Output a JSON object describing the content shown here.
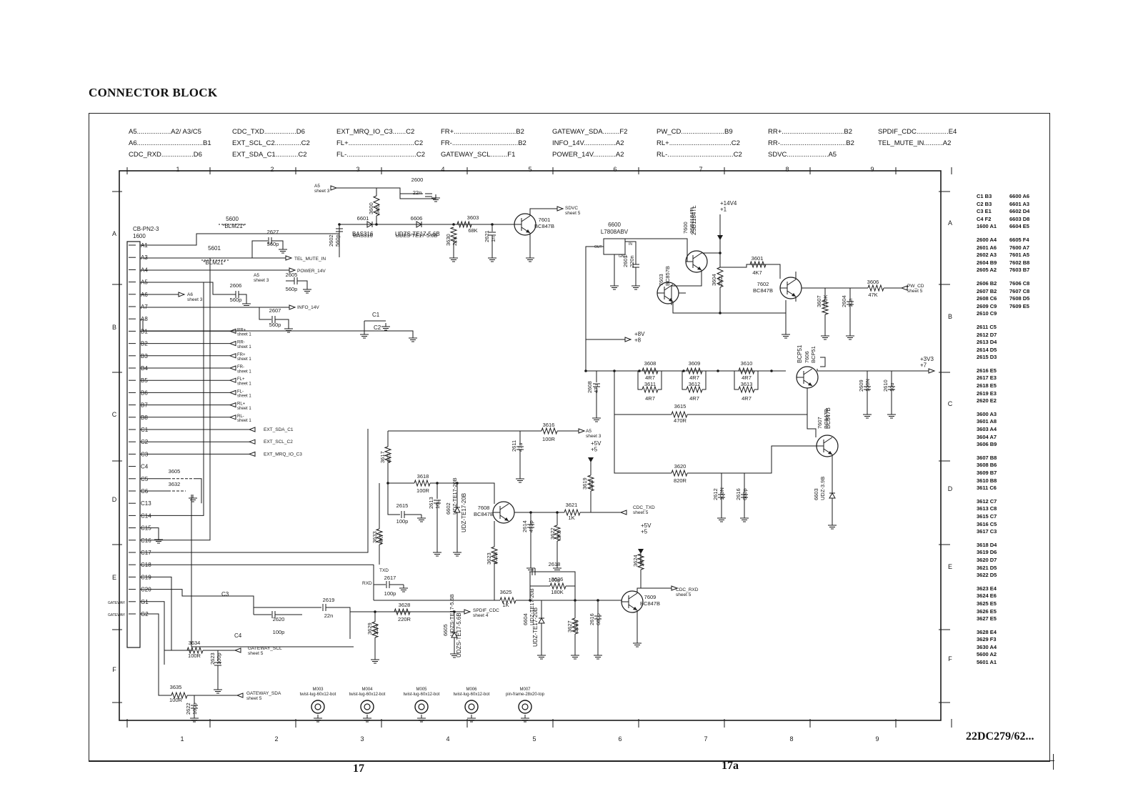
{
  "title": "CONNECTOR BLOCK",
  "signal_index": [
    [
      "A5..................A2/ A3/C5",
      "A6...................................B1",
      "CDC_RXD.................D6"
    ],
    [
      "CDC_TXD.................D6",
      "EXT_SCL_C2..............C2",
      "EXT_SDA_C1............C2"
    ],
    [
      "EXT_MRQ_IO_C3.......C2",
      "FL+...................................C2",
      "FL-.....................................C2"
    ],
    [
      "FR+.................................B2",
      "FR-...................................B2",
      "GATEWAY_SCL.........F1"
    ],
    [
      "GATEWAY_SDA.........F2",
      "INFO_14V.................A2",
      "POWER_14V............A2"
    ],
    [
      "PW_CD.......................B9",
      "RL+.................................C2",
      "RL-...................................C2"
    ],
    [
      "RR+.................................B2",
      "RR-...................................B2",
      "SDVC......................A5"
    ],
    [
      "SPDIF_CDC.................E4",
      "TEL_MUTE_IN..........A2",
      ""
    ]
  ],
  "columns": [
    "1",
    "2",
    "3",
    "4",
    "5",
    "6",
    "7",
    "8",
    "9"
  ],
  "rows": [
    "A",
    "B",
    "C",
    "D",
    "E",
    "F"
  ],
  "connector": {
    "name": "CB-PN2-3",
    "ref": "1600",
    "pins": [
      "A1",
      "A3",
      "A4",
      "A5",
      "A6",
      "A7",
      "A8",
      "B1",
      "B2",
      "B3",
      "B4",
      "B5",
      "B6",
      "B7",
      "B8",
      "C1",
      "C2",
      "C3",
      "C4",
      "C5",
      "C6",
      "C13",
      "C14",
      "C15",
      "C16",
      "C17",
      "C18",
      "C19",
      "C20",
      "G1",
      "G2"
    ]
  },
  "net_labels": {
    "a5_sheet3": "A5\nsheet 3",
    "a6_sheet3": "A6\nsheet 3",
    "sdvc": "SDVC\nsheet 5",
    "tel_mute": "TEL_MUTE_IN",
    "power14": "POWER_14V",
    "info14": "INFO_14V",
    "rr_plus": "RR+\nsheet 1",
    "rr_minus": "RR-\nsheet 1",
    "fr_plus": "FR+\nsheet 1",
    "fr_minus": "FR-\nsheet 1",
    "fl_plus": "FL+\nsheet 1",
    "fl_minus": "FL-\nsheet 1",
    "rl_plus": "RL+\nsheet 1",
    "rl_minus": "RL-\nsheet 1",
    "ext_sda": "EXT_SDA_C1",
    "ext_scl": "EXT_SCL_C2",
    "ext_mrq": "EXT_MRQ_IO_C3",
    "cdc_txd": "CDC_TXD\nsheet 5",
    "cdc_rxd": "CDC_RXD\nsheet 5",
    "spdif": "SPDIF_CDC\nsheet 4",
    "gw_scl": "GATEWAY_SCL\nsheet 5",
    "gw_sda": "GATEWAY_SDA\nsheet 5",
    "pw_cd": "PW_CD\nsheet 5",
    "plus14v4": "+14V4\n+1",
    "plus8v": "+8V\n+8",
    "plus3v3": "+3V3\n+7",
    "plus5v_a": "+5V\n+5",
    "plus5v_b": "+5V\n+5",
    "txd": "TXD",
    "rxd": "RXD",
    "c1": "C1",
    "c2": "C2",
    "c3": "C3",
    "c4": "C4",
    "gateway": "GATEWAY"
  },
  "components": [
    {
      "ref": "5600",
      "value": "BLM21"
    },
    {
      "ref": "5601",
      "value": "BLM21"
    },
    {
      "ref": "2627",
      "value": "560p"
    },
    {
      "ref": "2605",
      "value": "560p"
    },
    {
      "ref": "2606",
      "value": "560p"
    },
    {
      "ref": "2607",
      "value": "560p"
    },
    {
      "ref": "2600",
      "value": "22n"
    },
    {
      "ref": "3600",
      "value": "5K6"
    },
    {
      "ref": "2602",
      "value": "560p"
    },
    {
      "ref": "6601",
      "value": "BAS316"
    },
    {
      "ref": "6606",
      "value": "UDZS-TE17-5.6B"
    },
    {
      "ref": "3603",
      "value": "68K"
    },
    {
      "ref": "3630",
      "value": "22K"
    },
    {
      "ref": "2621",
      "value": "1n"
    },
    {
      "ref": "7601",
      "value": "BC847B"
    },
    {
      "ref": "6600",
      "value": "L7808ABV"
    },
    {
      "ref": "2601",
      "value": "220n"
    },
    {
      "ref": "7600",
      "value": "2SB1184TL"
    },
    {
      "ref": "7603",
      "value": "BC857B"
    },
    {
      "ref": "3604",
      "value": "2K2"
    },
    {
      "ref": "3601",
      "value": "4K7"
    },
    {
      "ref": "7602",
      "value": "BC847B"
    },
    {
      "ref": "3606",
      "value": "47K"
    },
    {
      "ref": "3607",
      "value": "100K"
    },
    {
      "ref": "2604",
      "value": "10n"
    },
    {
      "ref": "2608",
      "value": "47u"
    },
    {
      "ref": "3608",
      "value": "4R7"
    },
    {
      "ref": "3609",
      "value": "4R7"
    },
    {
      "ref": "3610",
      "value": "4R7"
    },
    {
      "ref": "3611",
      "value": "4R7"
    },
    {
      "ref": "3612",
      "value": "4R7"
    },
    {
      "ref": "3613",
      "value": "4R7"
    },
    {
      "ref": "7606",
      "value": "BCP51"
    },
    {
      "ref": "2609",
      "value": "100N"
    },
    {
      "ref": "2610",
      "value": "10u"
    },
    {
      "ref": "3615",
      "value": "470R"
    },
    {
      "ref": "7607",
      "value": "BC847B"
    },
    {
      "ref": "3620",
      "value": "820R"
    },
    {
      "ref": "2612",
      "value": "100N"
    },
    {
      "ref": "2616",
      "value": "680p"
    },
    {
      "ref": "6603",
      "value": "UDZ-3.9B"
    },
    {
      "ref": "3616",
      "value": "100R"
    },
    {
      "ref": "2611",
      "value": "47u"
    },
    {
      "ref": "3617",
      "value": "4K7"
    },
    {
      "ref": "3618",
      "value": "100R"
    },
    {
      "ref": "2613",
      "value": "10u"
    },
    {
      "ref": "6602",
      "value": "UDZ-TE17-20B"
    },
    {
      "ref": "7608",
      "value": "BC847B"
    },
    {
      "ref": "2615",
      "value": "100p"
    },
    {
      "ref": "3633",
      "value": "4K7"
    },
    {
      "ref": "3619",
      "value": "3K3"
    },
    {
      "ref": "3621",
      "value": "1K"
    },
    {
      "ref": "2614",
      "value": "470p"
    },
    {
      "ref": "3622",
      "value": "3K9"
    },
    {
      "ref": "3623",
      "value": "100R"
    },
    {
      "ref": "2618",
      "value": "100p"
    },
    {
      "ref": "2617",
      "value": "100p"
    },
    {
      "ref": "3625",
      "value": "1K"
    },
    {
      "ref": "3626",
      "value": "180K"
    },
    {
      "ref": "6604",
      "value": "UDZ-TE17-20B"
    },
    {
      "ref": "3627",
      "value": "100K"
    },
    {
      "ref": "2616",
      "value": "100p"
    },
    {
      "ref": "7609",
      "value": "BC847B"
    },
    {
      "ref": "3624",
      "value": "1K"
    },
    {
      "ref": "3605",
      "value": ""
    },
    {
      "ref": "3632",
      "value": ""
    },
    {
      "ref": "2619",
      "value": "22n"
    },
    {
      "ref": "2620",
      "value": "100p"
    },
    {
      "ref": "3628",
      "value": "220R"
    },
    {
      "ref": "3629",
      "value": "22R"
    },
    {
      "ref": "6605",
      "value": "UDZS-TE17-5.6B"
    },
    {
      "ref": "3634",
      "value": "100R"
    },
    {
      "ref": "2623",
      "value": "100p"
    },
    {
      "ref": "3635",
      "value": "100R"
    },
    {
      "ref": "2622",
      "value": "100p"
    }
  ],
  "mounting": [
    {
      "ref": "M003",
      "value": "twist-lug-60x12-bot"
    },
    {
      "ref": "M004",
      "value": "twist-lug-60x12-bot"
    },
    {
      "ref": "M005",
      "value": "twist-lug-60x12-bot"
    },
    {
      "ref": "M006",
      "value": "twist-lug-60x12-bot"
    },
    {
      "ref": "M007",
      "value": "pin-frame-28x20-top"
    }
  ],
  "component_index": [
    [
      [
        "C1 B3",
        "6600 A6"
      ],
      [
        "C2 B3",
        "6601 A3"
      ],
      [
        "C3 E1",
        "6602 D4"
      ],
      [
        "C4 F2",
        "6603 D8"
      ],
      [
        "1600 A1",
        "6604 E5"
      ]
    ],
    [
      [
        "2600 A4",
        "6605 F4"
      ],
      [
        "2601 A6",
        "7600 A7"
      ],
      [
        "2602 A3",
        "7601 A5"
      ],
      [
        "2604 B9",
        "7602 B8"
      ],
      [
        "2605 A2",
        "7603 B7"
      ]
    ],
    [
      [
        "2606 B2",
        "7606 C8"
      ],
      [
        "2607 B2",
        "7607 C8"
      ],
      [
        "2608 C6",
        "7608 D5"
      ],
      [
        "2609 C9",
        "7609 E5"
      ],
      [
        "2610 C9",
        ""
      ]
    ],
    [
      [
        "2611 C5",
        ""
      ],
      [
        "2612 D7",
        ""
      ],
      [
        "2613 D4",
        ""
      ],
      [
        "2614 D5",
        ""
      ],
      [
        "2615 D3",
        ""
      ]
    ],
    [
      [
        "2616 E5",
        ""
      ],
      [
        "2617 E3",
        ""
      ],
      [
        "2618 E5",
        ""
      ],
      [
        "2619 E3",
        ""
      ],
      [
        "2620 E2",
        ""
      ]
    ],
    [
      [
        "3600 A3",
        ""
      ],
      [
        "3601 A8",
        ""
      ],
      [
        "3603 A4",
        ""
      ],
      [
        "3604 A7",
        ""
      ],
      [
        "3606 B9",
        ""
      ]
    ],
    [
      [
        "3607 B8",
        ""
      ],
      [
        "3608 B6",
        ""
      ],
      [
        "3609 B7",
        ""
      ],
      [
        "3610 B8",
        ""
      ],
      [
        "3611 C6",
        ""
      ]
    ],
    [
      [
        "3612 C7",
        ""
      ],
      [
        "3613 C8",
        ""
      ],
      [
        "3615 C7",
        ""
      ],
      [
        "3616 C5",
        ""
      ],
      [
        "3617 C3",
        ""
      ]
    ],
    [
      [
        "3618 D4",
        ""
      ],
      [
        "3619 D6",
        ""
      ],
      [
        "3620 D7",
        ""
      ],
      [
        "3621 D5",
        ""
      ],
      [
        "3622 D5",
        ""
      ]
    ],
    [
      [
        "3623 E4",
        ""
      ],
      [
        "3624 E6",
        ""
      ],
      [
        "3625 E5",
        ""
      ],
      [
        "3626 E5",
        ""
      ],
      [
        "3627 E5",
        ""
      ]
    ],
    [
      [
        "3628 E4",
        ""
      ],
      [
        "3629 F3",
        ""
      ],
      [
        "3630 A4",
        ""
      ],
      [
        "5600 A2",
        ""
      ],
      [
        "5601 A1",
        ""
      ]
    ]
  ],
  "sheet_ref": "22DC279/62...",
  "page_left": "17",
  "page_right": "17a"
}
